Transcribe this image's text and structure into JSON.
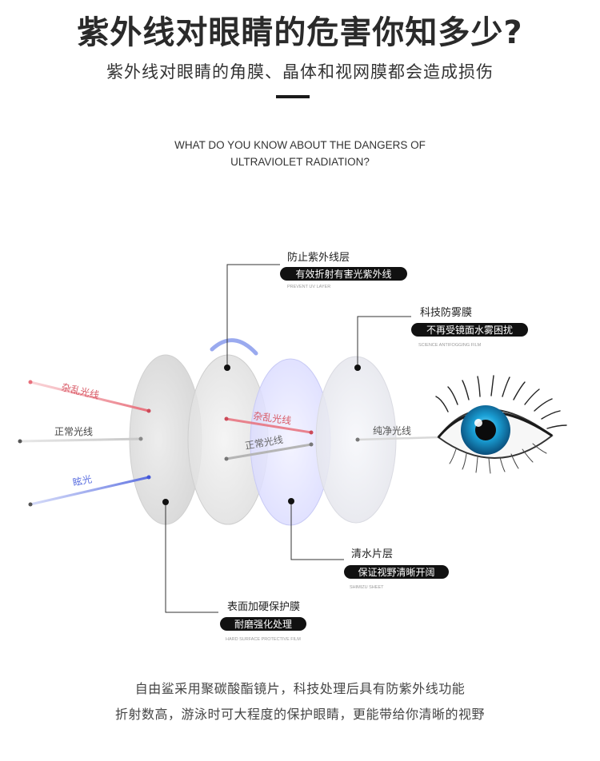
{
  "header": {
    "title": "紫外线对眼睛的危害你知多少?",
    "subtitle": "紫外线对眼睛的角膜、晶体和视网膜都会造成损伤",
    "en_title_line1": "WHAT DO YOU KNOW ABOUT THE DANGERS OF",
    "en_title_line2": "ULTRAVIOLET RADIATION?"
  },
  "rays": {
    "scattered": "杂乱光线",
    "normal": "正常光线",
    "glare": "眩光",
    "scattered_inner": "杂乱光线",
    "normal_inner": "正常光线",
    "pure": "纯净光线"
  },
  "layers": {
    "uv_layer": {
      "title": "防止紫外线层",
      "tag": "有效折射有害光紫外线",
      "en": "PREVENT UV LAYER"
    },
    "antifog": {
      "title": "科技防雾膜",
      "tag": "不再受镜面水雾困扰",
      "en": "SCIENCE ANTIFOGGING FILM"
    },
    "shimizu": {
      "title": "清水片层",
      "tag": "保证视野清晰开阔",
      "en": "SHIMIZU SHEET"
    },
    "hard_surface": {
      "title": "表面加硬保护膜",
      "tag": "耐磨强化处理",
      "en": "HARD SURFACE PROTECTIVE FILM"
    }
  },
  "footer": {
    "line1": "自由鲨采用聚碳酸酯镜片，科技处理后具有防紫外线功能",
    "line2": "折射数高，游泳时可大程度的保护眼睛，更能带给你清晰的视野"
  },
  "colors": {
    "scattered_ray": "#e8707c",
    "glare_ray": "#5b6fe0",
    "normal_ray": "#cfcfcf",
    "tag_bg": "#111111",
    "iris": "#1aa0d6"
  }
}
